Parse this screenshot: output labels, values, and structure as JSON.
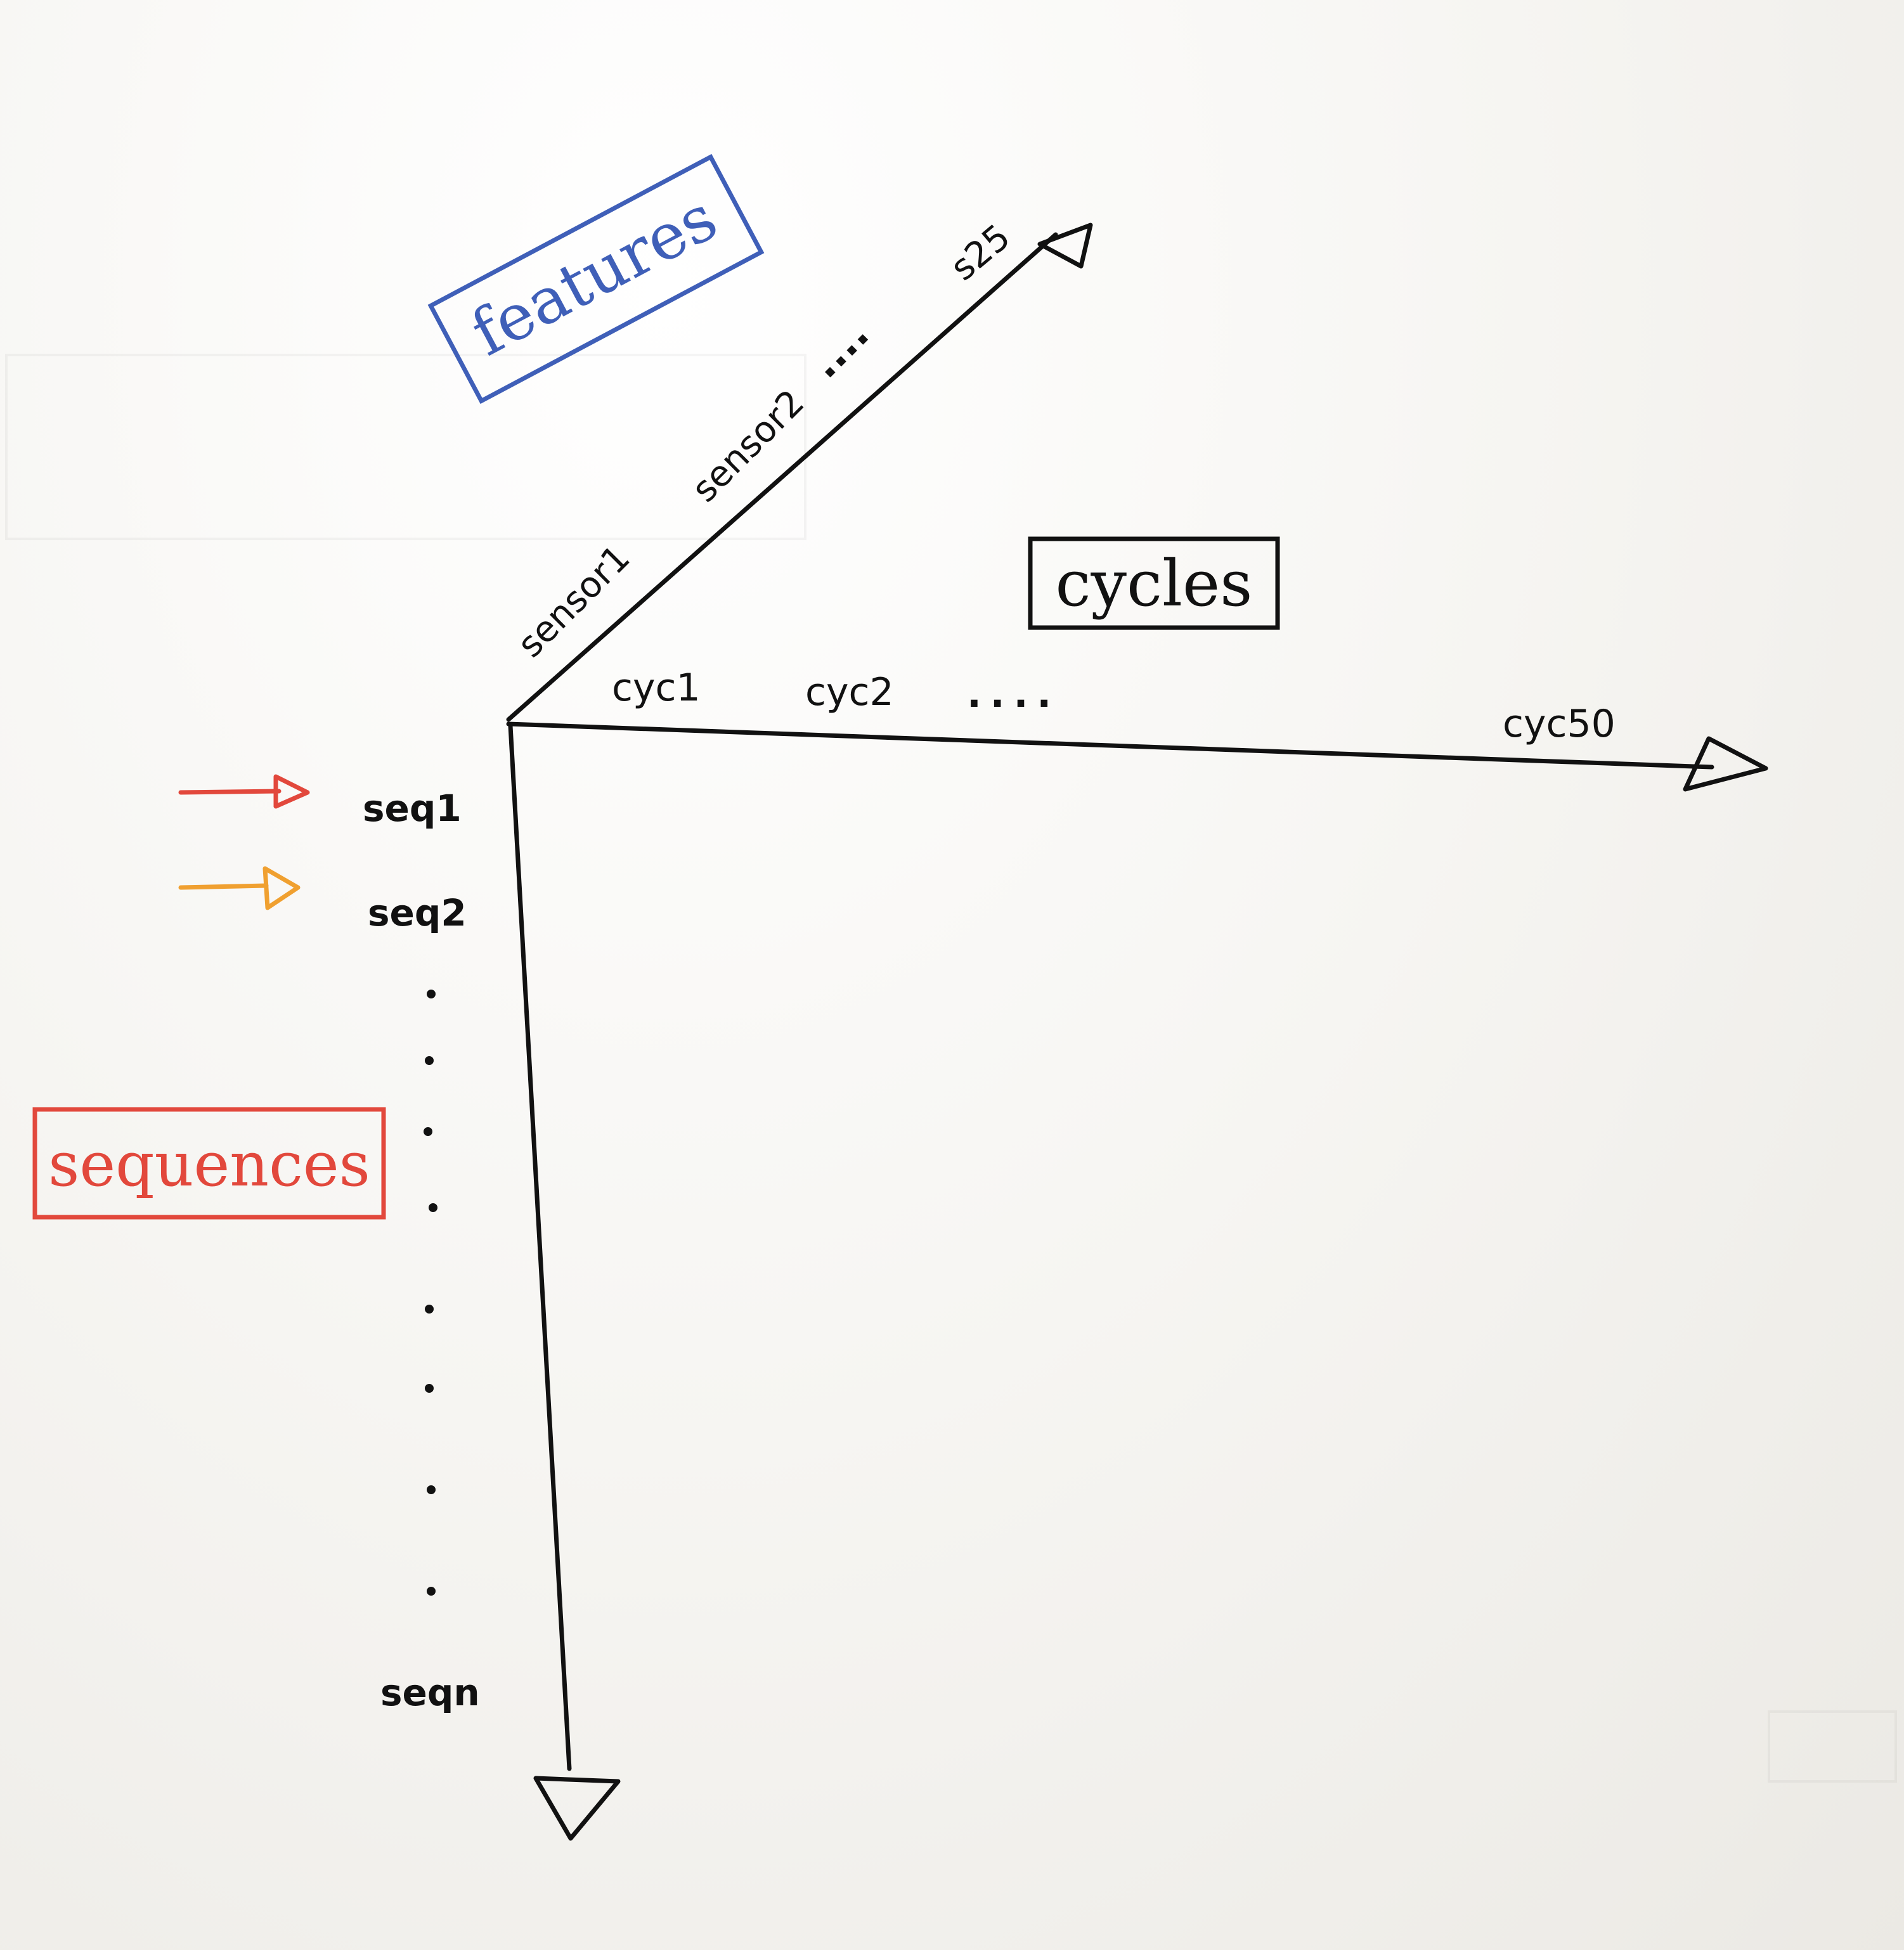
{
  "axes": {
    "features": {
      "label": "features",
      "ticks": [
        "sensor1",
        "sensor2",
        "....",
        "s25"
      ]
    },
    "cycles": {
      "label": "cycles",
      "ticks": [
        "cyc1",
        "cyc2",
        "....",
        "cyc50"
      ]
    },
    "sequences": {
      "label": "sequences",
      "ticks": [
        "seq1",
        "seq2",
        "seqn"
      ]
    }
  },
  "colors": {
    "ink": "#111111",
    "features_box": "#3f5fb8",
    "sequences_box": "#e2483c",
    "arrow_seq1": "#e2483c",
    "arrow_seq2": "#f0a030"
  }
}
